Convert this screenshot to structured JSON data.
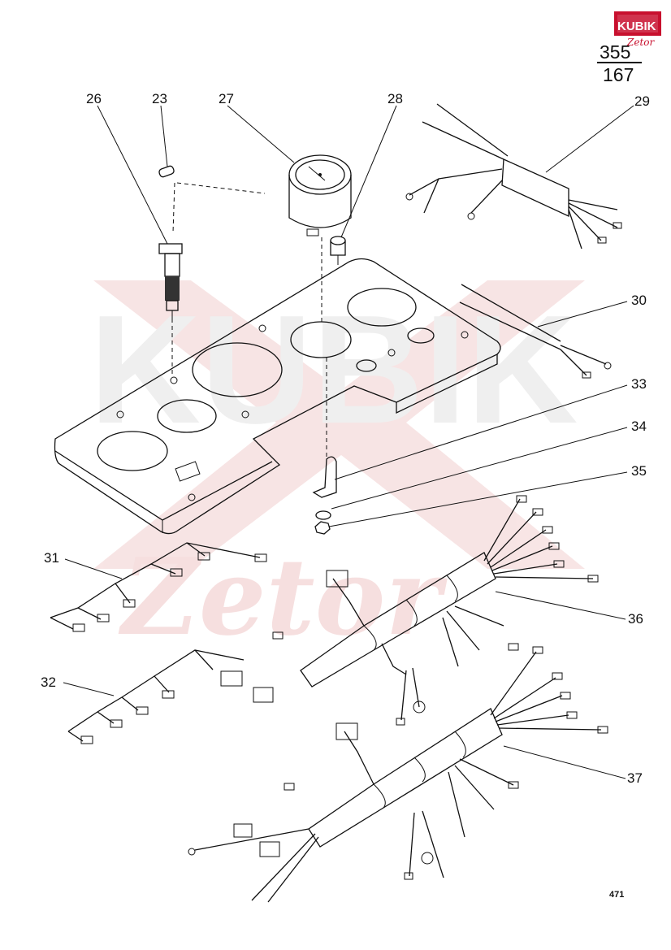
{
  "header": {
    "logo_text": "KUBIK",
    "logo_subtext": "Zetor",
    "page_numerator": "355",
    "page_denominator": "167"
  },
  "watermark": {
    "text": "KUBIK",
    "script_text": "Zetor",
    "color": "#f4d7d7"
  },
  "callouts": {
    "c26": "26",
    "c23": "23",
    "c27": "27",
    "c28": "28",
    "c29": "29",
    "c30": "30",
    "c33": "33",
    "c34": "34",
    "c35": "35",
    "c31": "31",
    "c36": "36",
    "c32": "32",
    "c37": "37"
  },
  "footer": {
    "figure_number": "471"
  },
  "colors": {
    "ink": "#111111",
    "logo_red": "#c8102e"
  }
}
